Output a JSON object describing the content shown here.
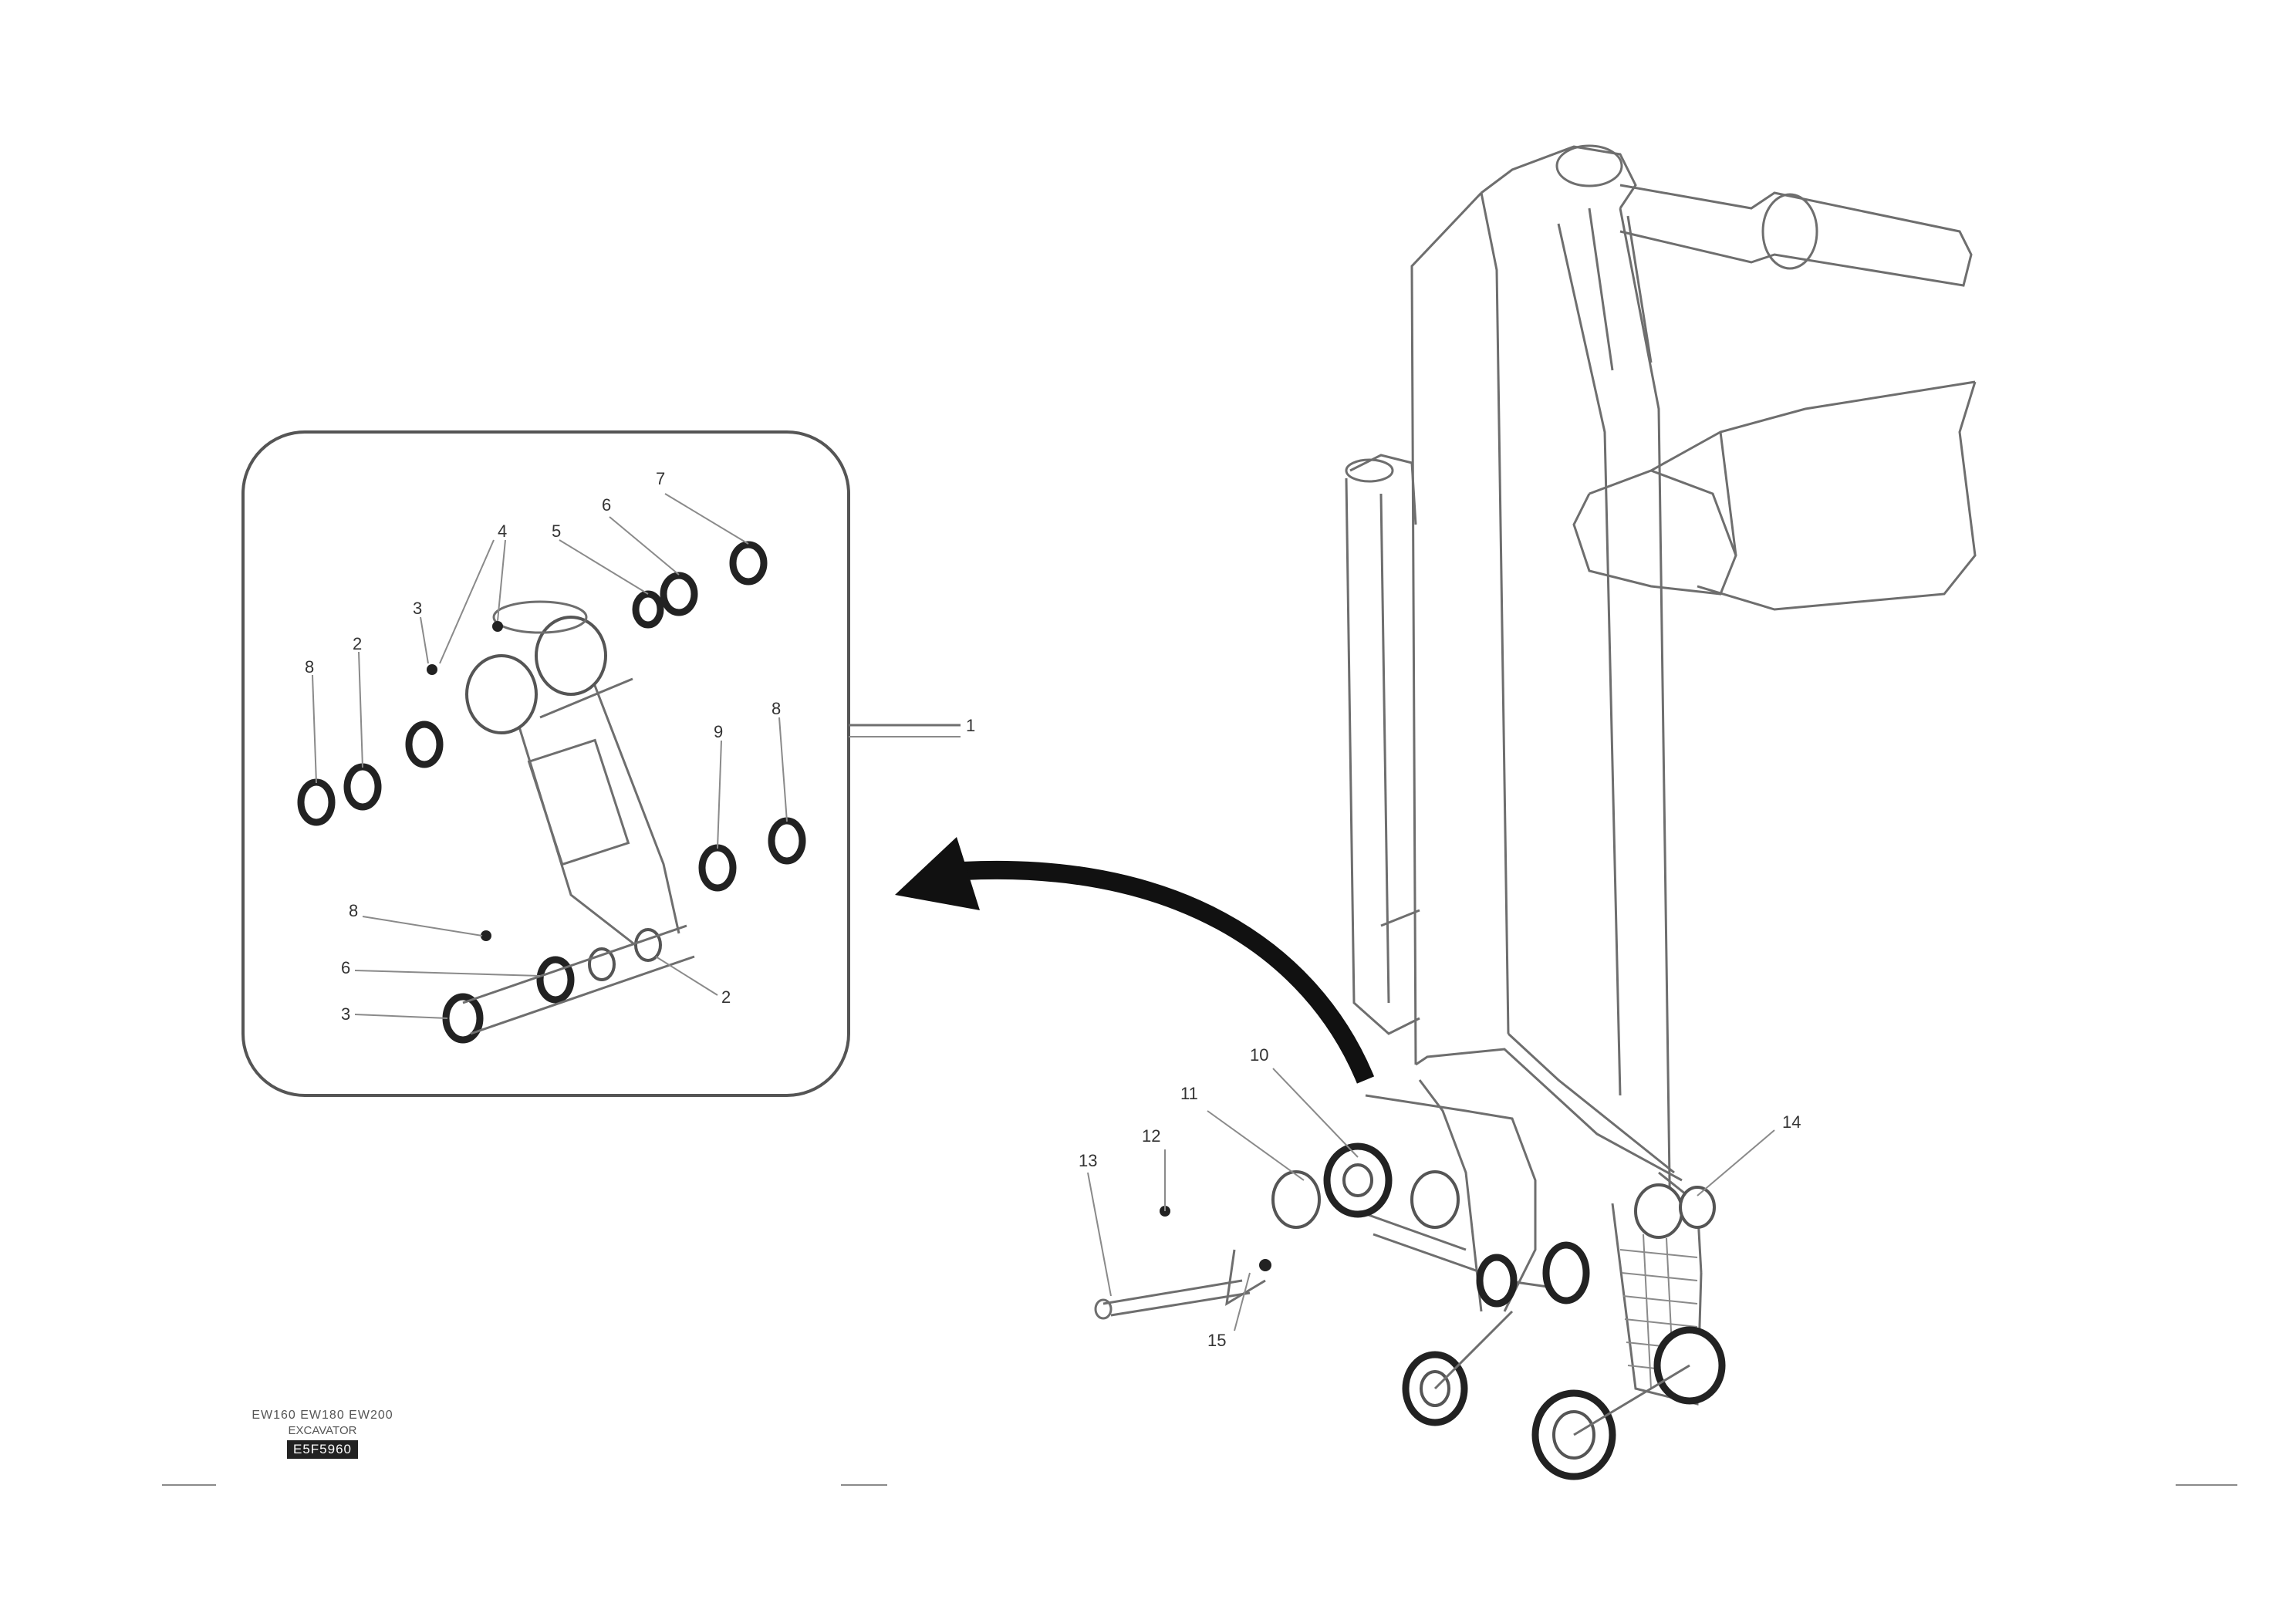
{
  "drawing": {
    "subject": "excavator arm with bucket link assembly",
    "detail_view": "exploded view of bucket link",
    "line_color": "#6e6e6e",
    "ink_color": "#222222"
  },
  "labels": {
    "detail_ref": "1",
    "bushing_top": "7",
    "bushing_mid": "6",
    "bushing_left": "5",
    "seal_a": "4",
    "seal_b": "3",
    "washer_a": "2",
    "shim_a": "8",
    "washer_right_a": "9",
    "washer_right_b": "8",
    "lower_a": "8",
    "lower_b": "6",
    "lower_c": "3",
    "link_bottom": "2",
    "main_a": "10",
    "main_b": "11",
    "main_c": "12",
    "main_d": "13",
    "main_e": "14",
    "main_f": "15"
  },
  "stamp": {
    "line1": "EW160 EW180 EW200",
    "line2": "EXCAVATOR",
    "line3": "E5F5960"
  }
}
